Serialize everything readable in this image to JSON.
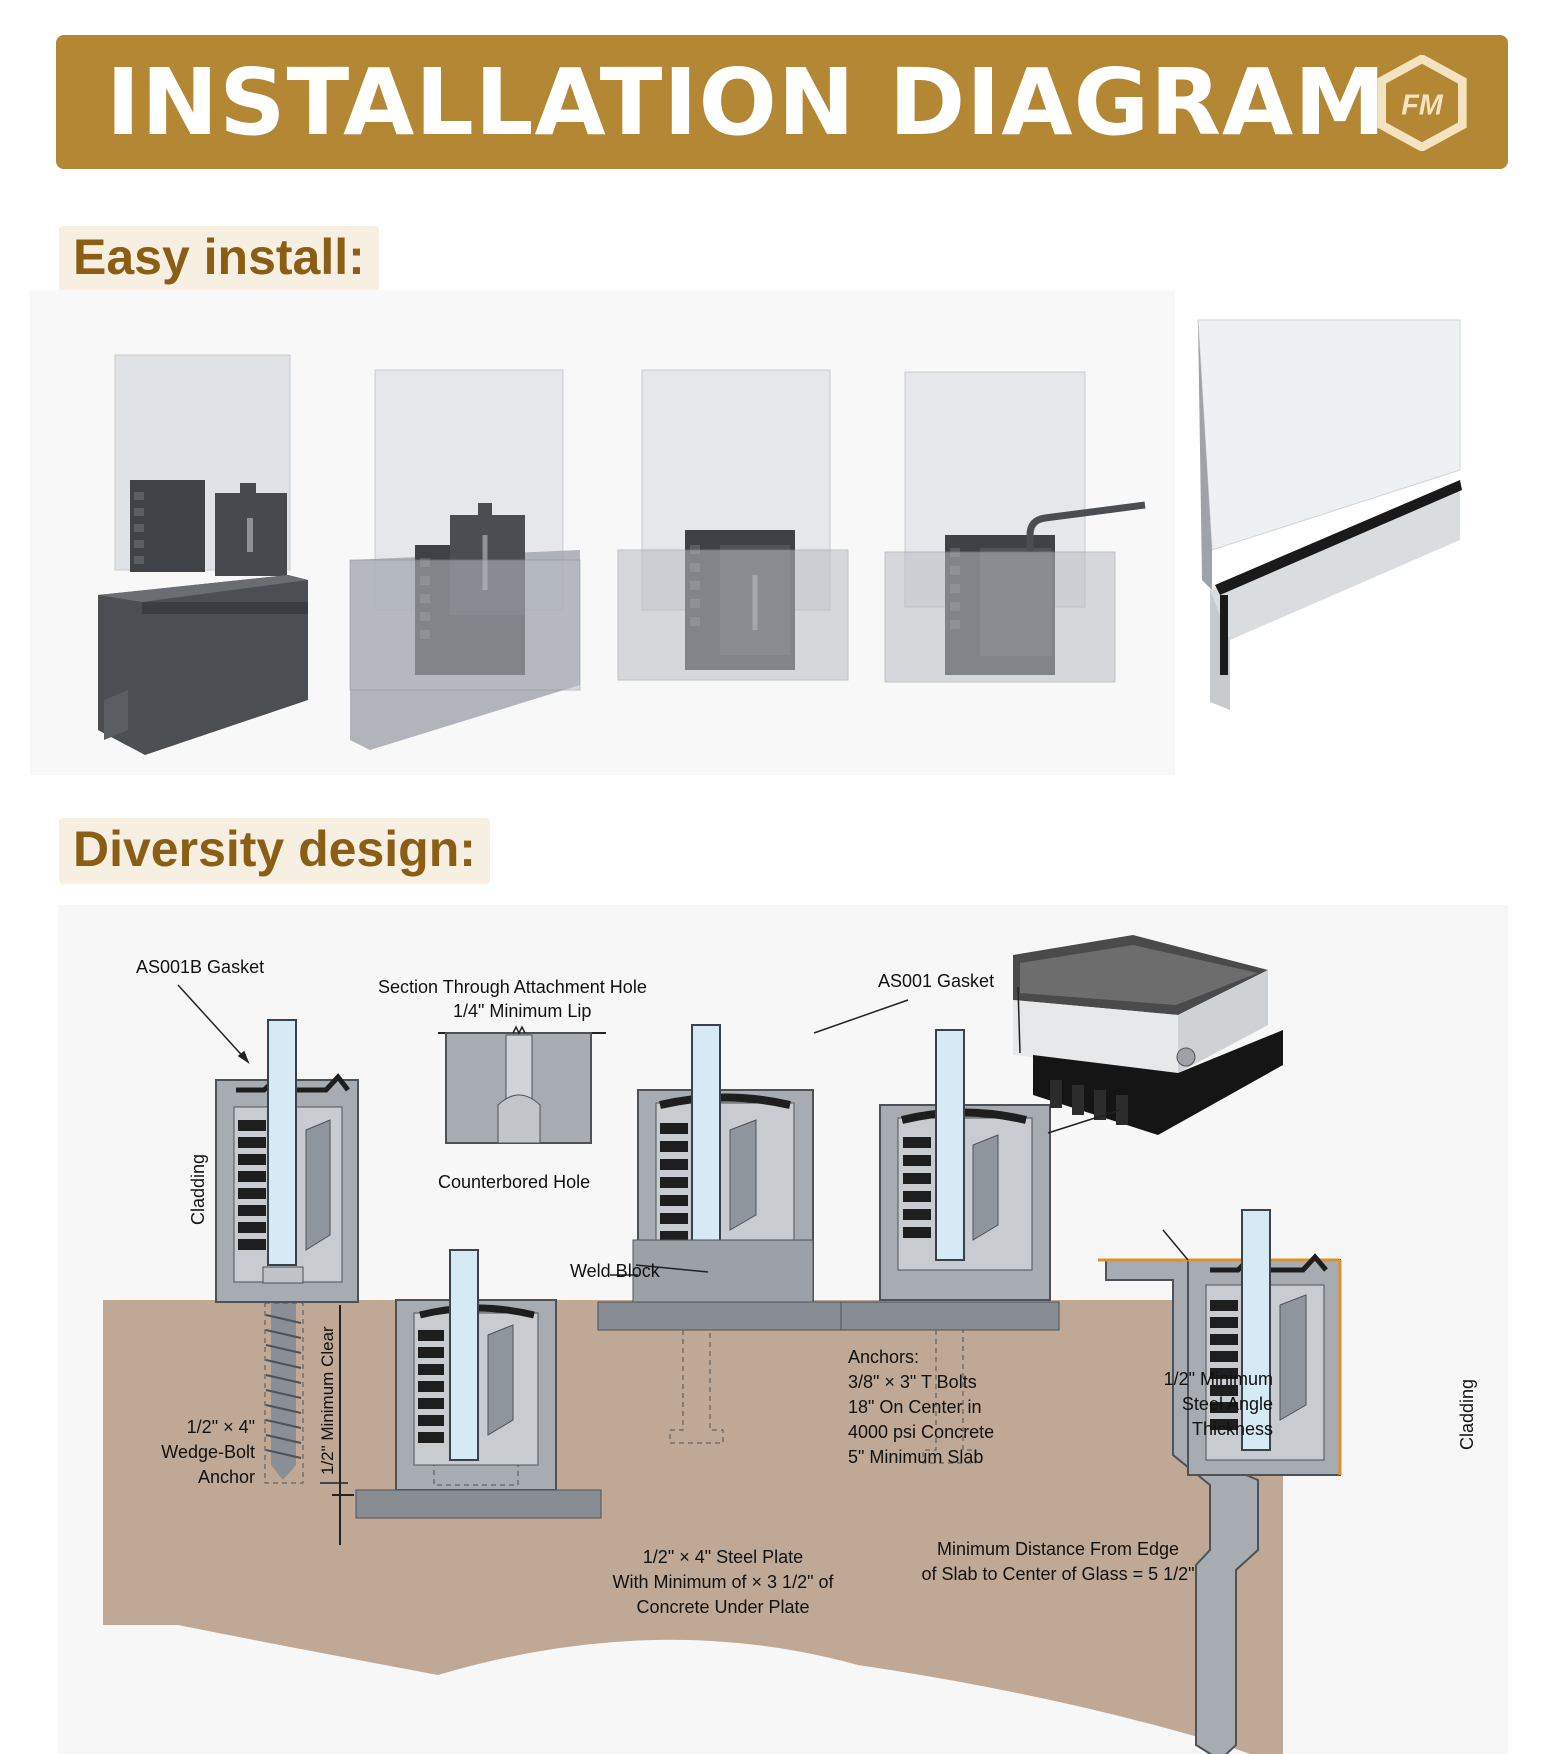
{
  "header": {
    "title": "INSTALLATION DIAGRAM",
    "logo_text": "FM",
    "color": "#b38733"
  },
  "sections": {
    "easy_install": "Easy install:",
    "diversity_design": "Diversity design:"
  },
  "diagram_labels": {
    "as001b_gasket": "AS001B Gasket",
    "section_through_line1": "Section Through Attachment Hole",
    "section_through_line2": "1/4\" Minimum Lip",
    "counterbored_hole": "Counterbored Hole",
    "as001_gasket": "AS001 Gasket",
    "cladding_left": "Cladding",
    "cladding_right": "Cladding",
    "minimum_clear": "1/2\" Minimum Clear",
    "wedge_bolt_line1": "1/2\" × 4\"",
    "wedge_bolt_line2": "Wedge-Bolt",
    "wedge_bolt_line3": "Anchor",
    "weld_block": "Weld Block",
    "anchors_line1": "Anchors:",
    "anchors_line2": "3/8\" × 3\" T Bolts",
    "anchors_line3": "18\" On Center in",
    "anchors_line4": "4000 psi Concrete",
    "anchors_line5": "5\" Minimum Slab",
    "steel_angle_line1": "1/2\" Minimum",
    "steel_angle_line2": "Steel Angle",
    "steel_angle_line3": "Thickness",
    "steel_plate_line1": "1/2\" × 4\" Steel Plate",
    "steel_plate_line2": "With Minimum of × 3 1/2\" of",
    "steel_plate_line3": "Concrete Under Plate",
    "min_distance_line1": "Minimum Distance From Edge",
    "min_distance_line2": "of Slab to Center of Glass = 5 1/2\""
  },
  "colors": {
    "concrete": "#bfa896",
    "metal": "#a7acb3",
    "glass": "#d6eaf5",
    "gasket": "#1e1e1e",
    "accent": "#e0902a"
  }
}
